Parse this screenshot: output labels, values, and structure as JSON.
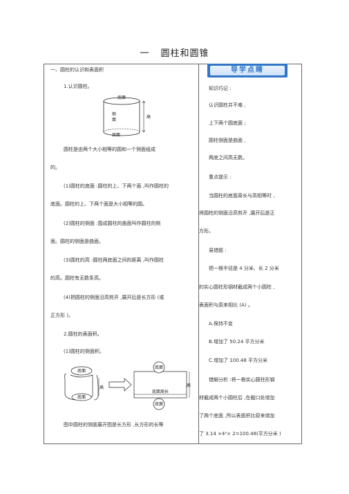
{
  "page_title": {
    "number": "一",
    "text": "圆柱和圆锥"
  },
  "left": {
    "section": "一、圆柱的认识和表面积",
    "sub1": "1.认识圆柱。",
    "fig1": {
      "top": "底面",
      "side1": "侧",
      "side2": "面",
      "height": "高",
      "bottom": "底面"
    },
    "desc1a": "圆柱是由两个大小相等的圆和一个侧面组成",
    "desc1b": "的。",
    "p1a": "(1)圆柱的底面 :圆柱的上、下两个面 ,叫作圆柱的",
    "p1b": "底面。圆柱的上、下两个面是大小相等的圆。",
    "p2a": "(2)圆柱的侧面 :围成圆柱的曲面叫作圆柱的侧",
    "p2b": "面。圆柱的侧面是曲面。",
    "p3a": "(3)圆柱的高 :圆柱两底面之间的距离 ,叫作圆柱",
    "p3b": "的高。圆柱有无数条高。",
    "p4a": "(4)把圆柱的侧面沿高剪开 ,展开后是长方形 (或",
    "p4b": "正方形 )。",
    "sub2": "2.圆柱的表面积。",
    "sub2_1": "(1)圆柱的侧面积。",
    "fig2": {
      "top_left": "底面",
      "bottom_left": "底面",
      "height_left": "高",
      "top_right": "底面",
      "bottom_right": "底面",
      "perimeter": "底面周长",
      "height_right": "高"
    },
    "last": "图中圆柱的侧面展开图是长方形 ,长方形的长等"
  },
  "right": {
    "badge": "导学点睛",
    "tips_title": "知识巧记 :",
    "tip1": "认识圆柱并不难 ,",
    "tip2": "上下两个圆底面 ;",
    "tip3": "圆柱侧面是曲面 ,",
    "tip4": "两底之间高无数。",
    "key_title": "重点提示 :",
    "key1": "当圆柱的底面周长与高相等时 ,",
    "key2": "将圆柱的侧面沿高剪开 ,展开后是正",
    "key3": "方形。",
    "err_title": "易错题 :",
    "q1": "把一根半径是 4 分米、长 2 分米",
    "q2": "的实心圆柱形钢材截成两个小圆柱 ,",
    "q3": "表面积与原来相比 (A) 。",
    "optA": "A.保持不变",
    "optB": "B.增加了 50.24 平方分米",
    "optC": "C.增加了 100.48 平方分米",
    "a1": "错解分析 :将一根实心圆柱形钢",
    "a2": "材截成两个小圆柱后 ,在截口处增加",
    "a3": "了两个底面 ,所以表面积比原来增加",
    "a4": "了 3.14 ×4²× 2=100.48(平方分米 )"
  }
}
